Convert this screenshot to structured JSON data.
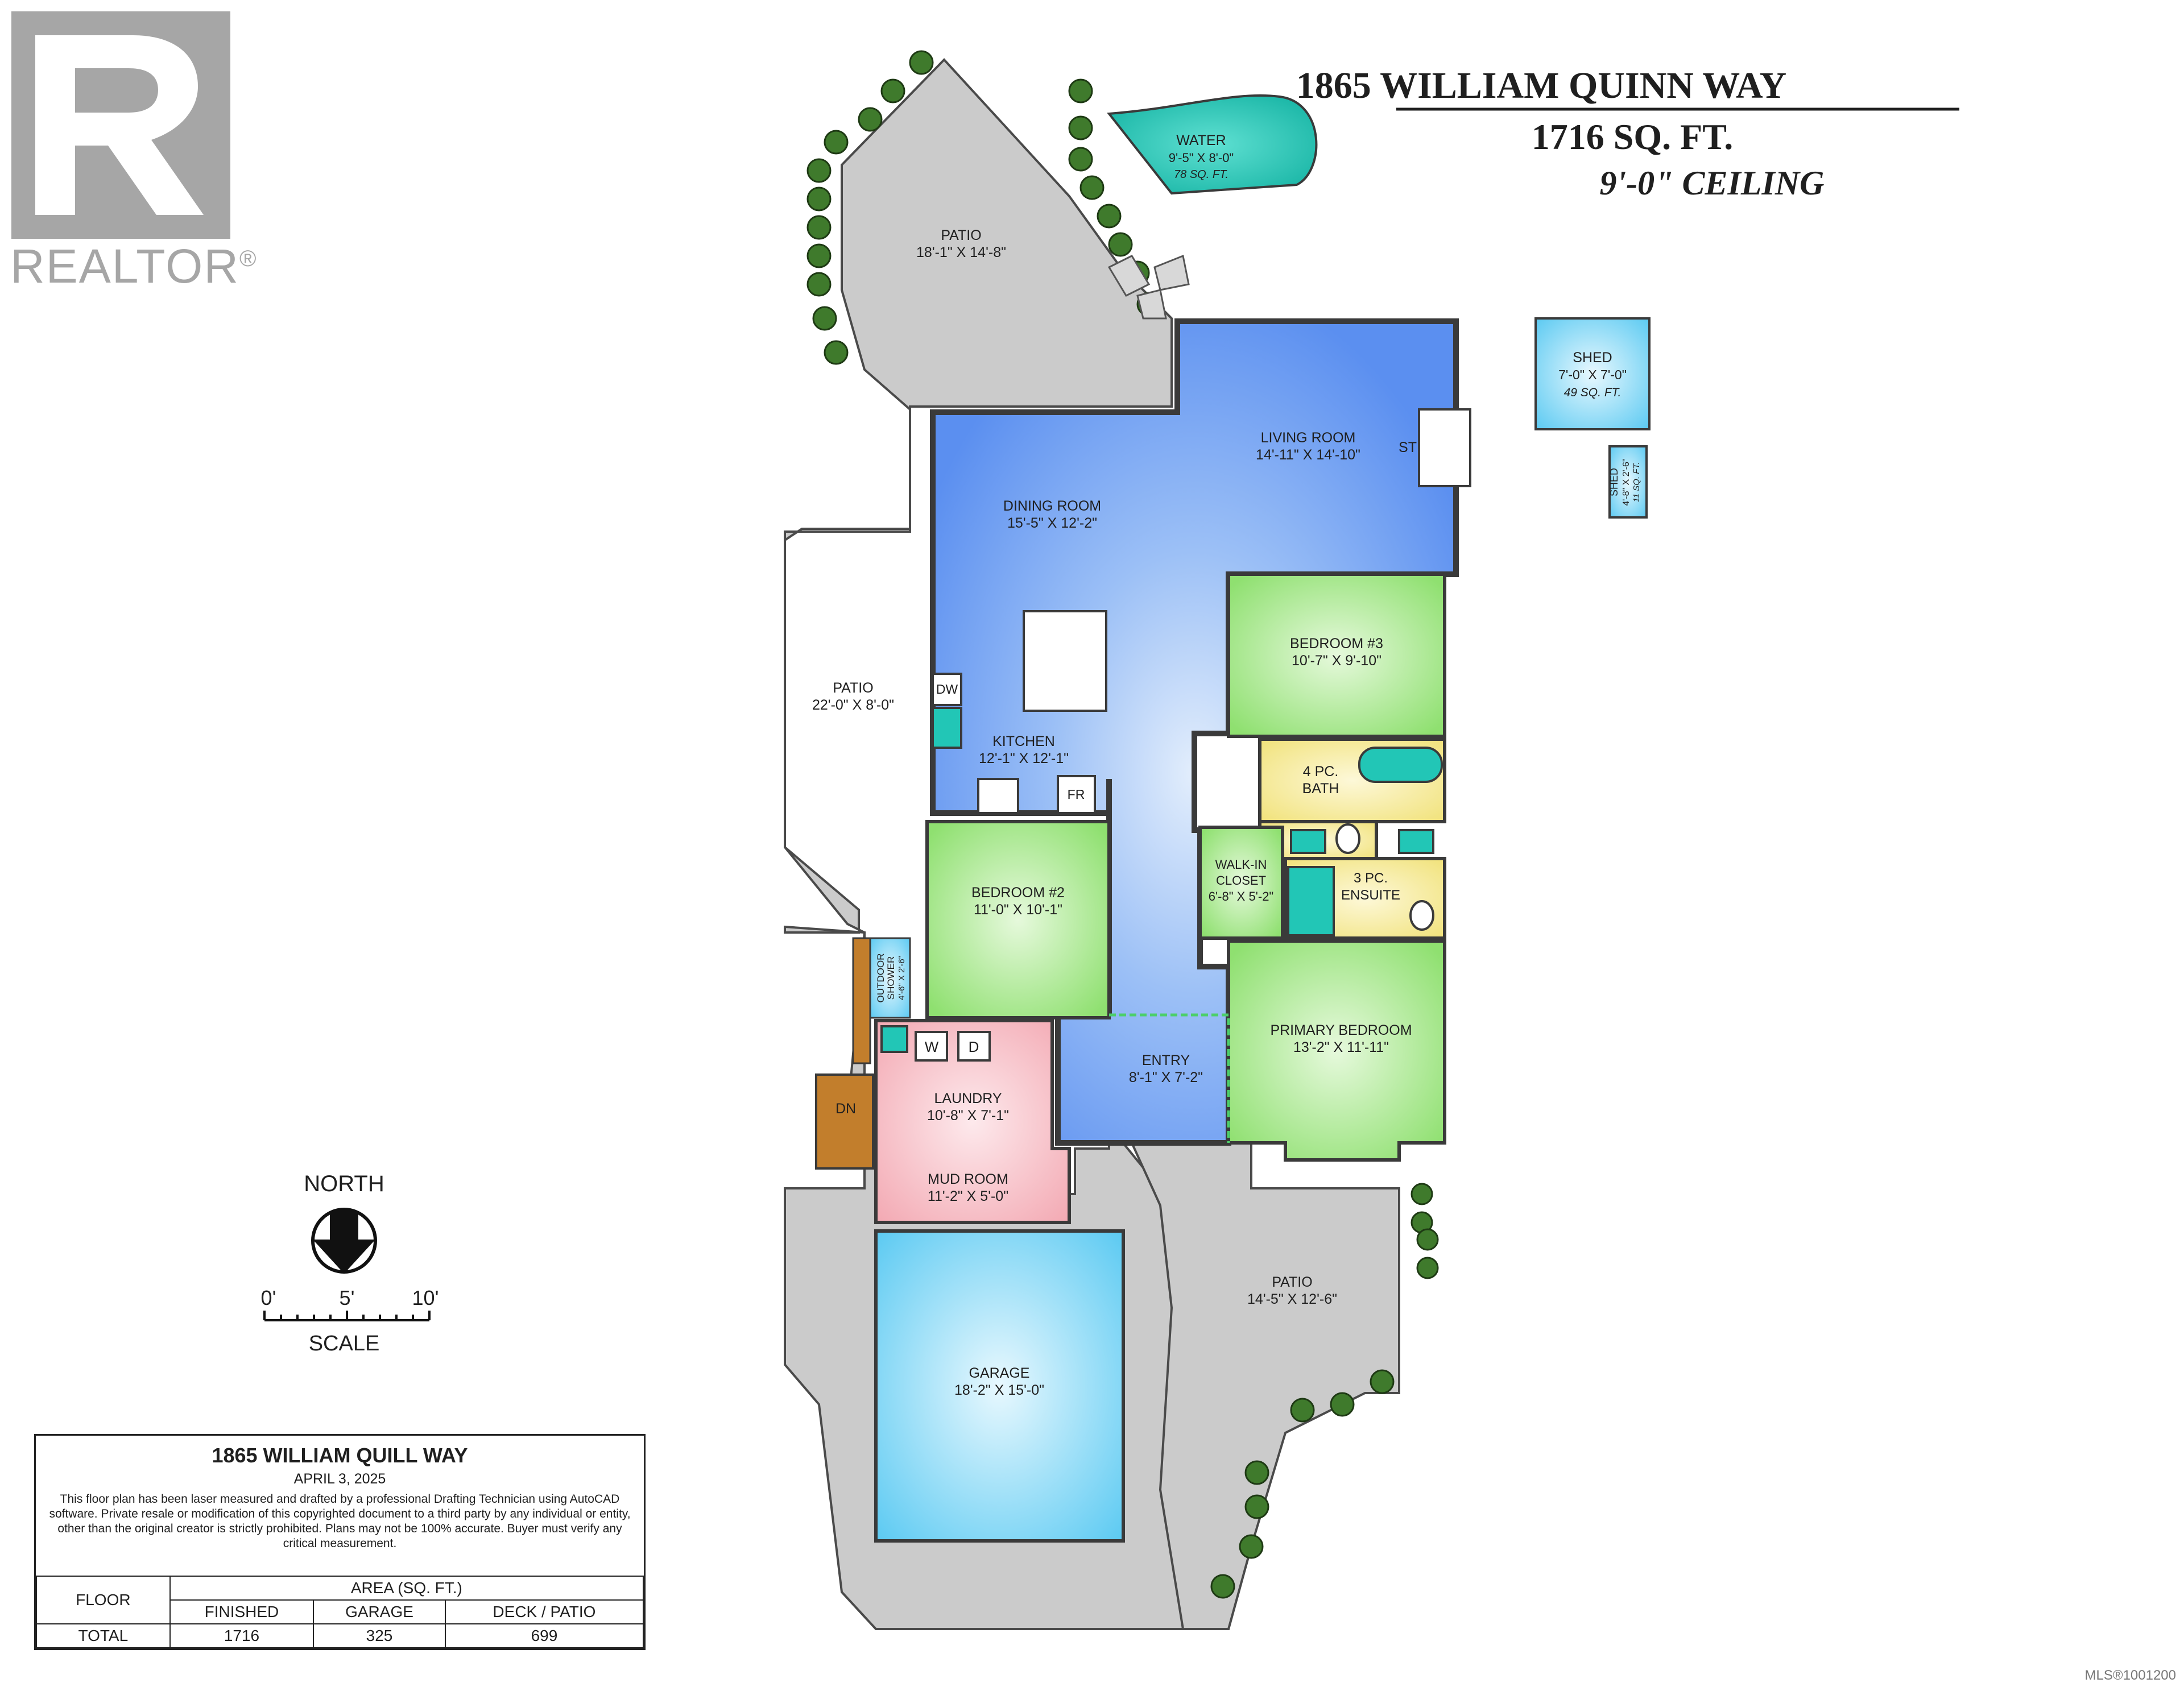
{
  "logo": {
    "text": "REALTOR",
    "mark": "®"
  },
  "title": {
    "address": "1865 WILLIAM QUINN WAY",
    "area": "1716 SQ. FT.",
    "ceiling": "9'-0\" CEILING"
  },
  "rooms": {
    "water": {
      "name": "WATER",
      "dims": "9'-5\" X 8'-0\"",
      "sqft": "78 SQ. FT."
    },
    "patio_nw": {
      "name": "PATIO",
      "dims": "18'-1\" X 14'-8\""
    },
    "shed1": {
      "name": "SHED",
      "dims": "7'-0\" X 7'-0\"",
      "sqft": "49 SQ. FT."
    },
    "shed2": {
      "name": "SHED",
      "dims": "4'-8\" X 2'-6\"",
      "sqft": "11 SQ. FT."
    },
    "living": {
      "name": "LIVING ROOM",
      "dims": "14'-11\" X 14'-10\"",
      "st": "ST"
    },
    "dining": {
      "name": "DINING ROOM",
      "dims": "15'-5\" X 12'-2\""
    },
    "bed3": {
      "name": "BEDROOM #3",
      "dims": "10'-7\" X 9'-10\""
    },
    "patio_w": {
      "name": "PATIO",
      "dims": "22'-0\" X 8'-0\""
    },
    "kitchen": {
      "name": "KITCHEN",
      "dims": "12'-1\" X 12'-1\"",
      "dw": "DW",
      "fr": "FR"
    },
    "bath4": {
      "name": "4 PC.",
      "name2": "BATH"
    },
    "walkin": {
      "name": "WALK-IN",
      "name2": "CLOSET",
      "dims": "6'-8\" X 5'-2\""
    },
    "ensuite": {
      "name": "3 PC.",
      "name2": "ENSUITE"
    },
    "bed2": {
      "name": "BEDROOM #2",
      "dims": "11'-0\" X 10'-1\""
    },
    "shower": {
      "name": "OUTDOOR",
      "name2": "SHOWER",
      "dims": "4'-6\" X 2'-6\""
    },
    "primary": {
      "name": "PRIMARY BEDROOM",
      "dims": "13'-2\" X 11'-11\""
    },
    "entry": {
      "name": "ENTRY",
      "dims": "8'-1\" X 7'-2\""
    },
    "laundry": {
      "name": "LAUNDRY",
      "dims": "10'-8\" X 7'-1\"",
      "w": "W",
      "d": "D"
    },
    "mudroom": {
      "name": "MUD ROOM",
      "dims": "11'-2\" X 5'-0\""
    },
    "stairs": {
      "dn": "DN"
    },
    "patio_se": {
      "name": "PATIO",
      "dims": "14'-5\" X 12'-6\""
    },
    "garage": {
      "name": "GARAGE",
      "dims": "18'-2\" X 15'-0\""
    }
  },
  "compass": {
    "label": "NORTH"
  },
  "scale": {
    "t0": "0'",
    "t5": "5'",
    "t10": "10'",
    "label": "SCALE"
  },
  "info": {
    "address": "1865 WILLIAM QUILL WAY",
    "date": "APRIL 3, 2025",
    "disclaimer": "This floor plan has been laser measured and drafted by a professional Drafting Technician using AutoCAD software. Private resale or modification of this copyrighted document to a third party by any individual or entity, other than the original creator is strictly prohibited. Plans may not be 100% accurate.  Buyer must verify any critical measurement.",
    "floor_header": "FLOOR",
    "area_header": "AREA (SQ. FT.)",
    "columns": [
      "FINISHED",
      "GARAGE",
      "DECK / PATIO"
    ],
    "total_label": "TOTAL",
    "totals": [
      "1716",
      "325",
      "699"
    ]
  },
  "mls": "MLS®1001200",
  "colors": {
    "living": "#5b93f2",
    "bedroom": "#a9e890",
    "bath": "#f4e98a",
    "laundry": "#f7bdc4",
    "garage": "#7fd3f3",
    "water": "#22c6b6",
    "patio": "#cacaca",
    "deck": "#c27e2c",
    "wall": "#3a3a3a"
  }
}
